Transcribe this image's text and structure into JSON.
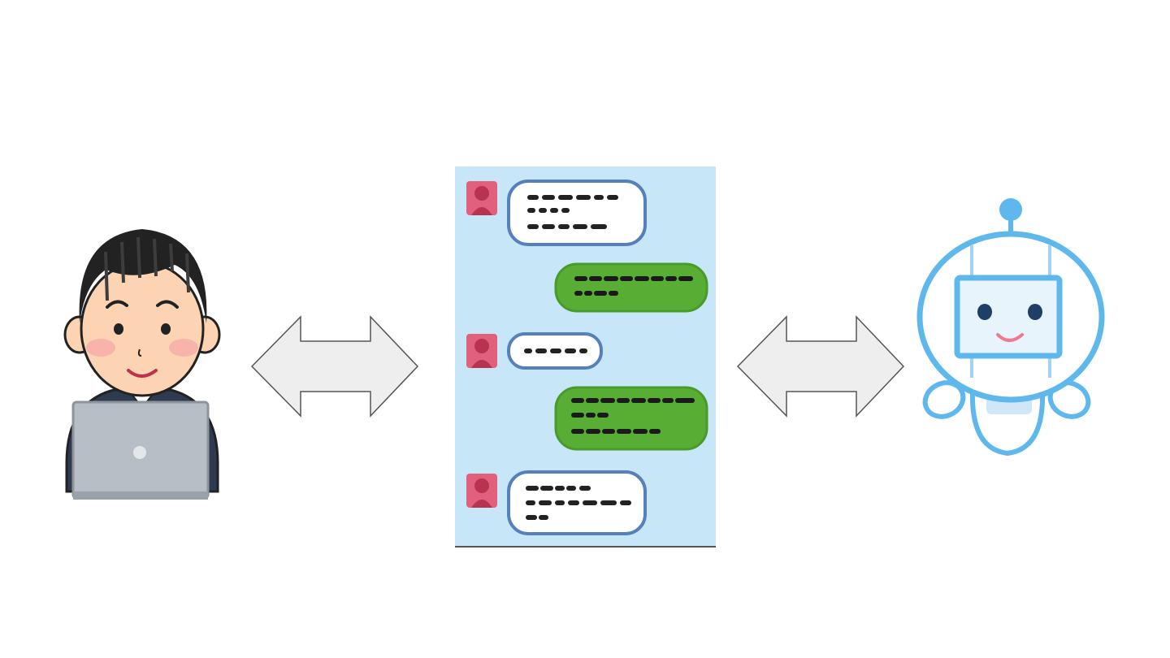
{
  "diagram": {
    "nodes": [
      {
        "id": "person",
        "icon": "person-at-laptop-icon"
      },
      {
        "id": "chat",
        "icon": "chat-conversation-icon"
      },
      {
        "id": "robot",
        "icon": "robot-icon"
      }
    ],
    "edges": [
      {
        "from": "person",
        "to": "chat",
        "direction": "both"
      },
      {
        "from": "chat",
        "to": "robot",
        "direction": "both"
      }
    ]
  },
  "colors": {
    "arrow_fill": "#eeeeee",
    "arrow_stroke": "#555555",
    "chat_background": "#c7e6f8",
    "user_bubble": "#58ad35",
    "bot_bubble_border": "#5580bb",
    "avatar": "#e0607e",
    "robot_outline": "#5fb8ec",
    "skin": "#fcd4b4",
    "hair": "#222222",
    "laptop": "#b8bec6"
  }
}
